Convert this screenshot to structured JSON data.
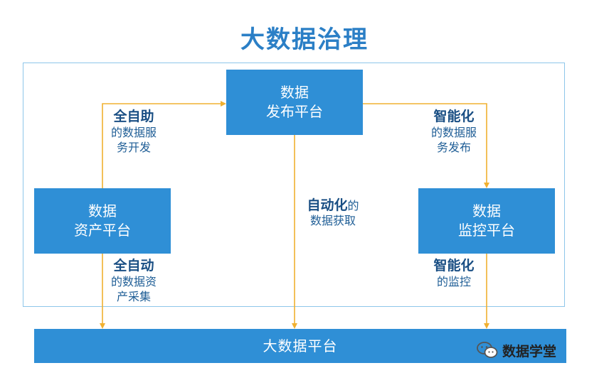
{
  "title": "大数据治理",
  "boxes": {
    "publish": [
      "数据",
      "发布平台"
    ],
    "asset": [
      "数据",
      "资产平台"
    ],
    "monitor": [
      "数据",
      "监控平台"
    ],
    "bigdata": "大数据平台"
  },
  "labels": {
    "self_service": {
      "bold": "全自助",
      "lines": [
        "的数据服",
        "务开发"
      ]
    },
    "smart_publish": {
      "bold": "智能化",
      "lines": [
        "的数据服",
        "务发布"
      ]
    },
    "auto_get": {
      "bold": "自动化",
      "tail": "的",
      "lines": [
        "数据获取"
      ]
    },
    "auto_collect": {
      "bold": "全自动",
      "lines": [
        "的数据资",
        "产采集"
      ]
    },
    "smart_monitor": {
      "bold": "智能化",
      "lines": [
        "的监控"
      ]
    }
  },
  "watermark": {
    "text": "数据学堂",
    "icon": "wechat-icon"
  },
  "colors": {
    "box": "#2f8fd6",
    "arrow": "#f0b030",
    "title": "#2b7fc6",
    "frame": "#8ec6ea"
  }
}
